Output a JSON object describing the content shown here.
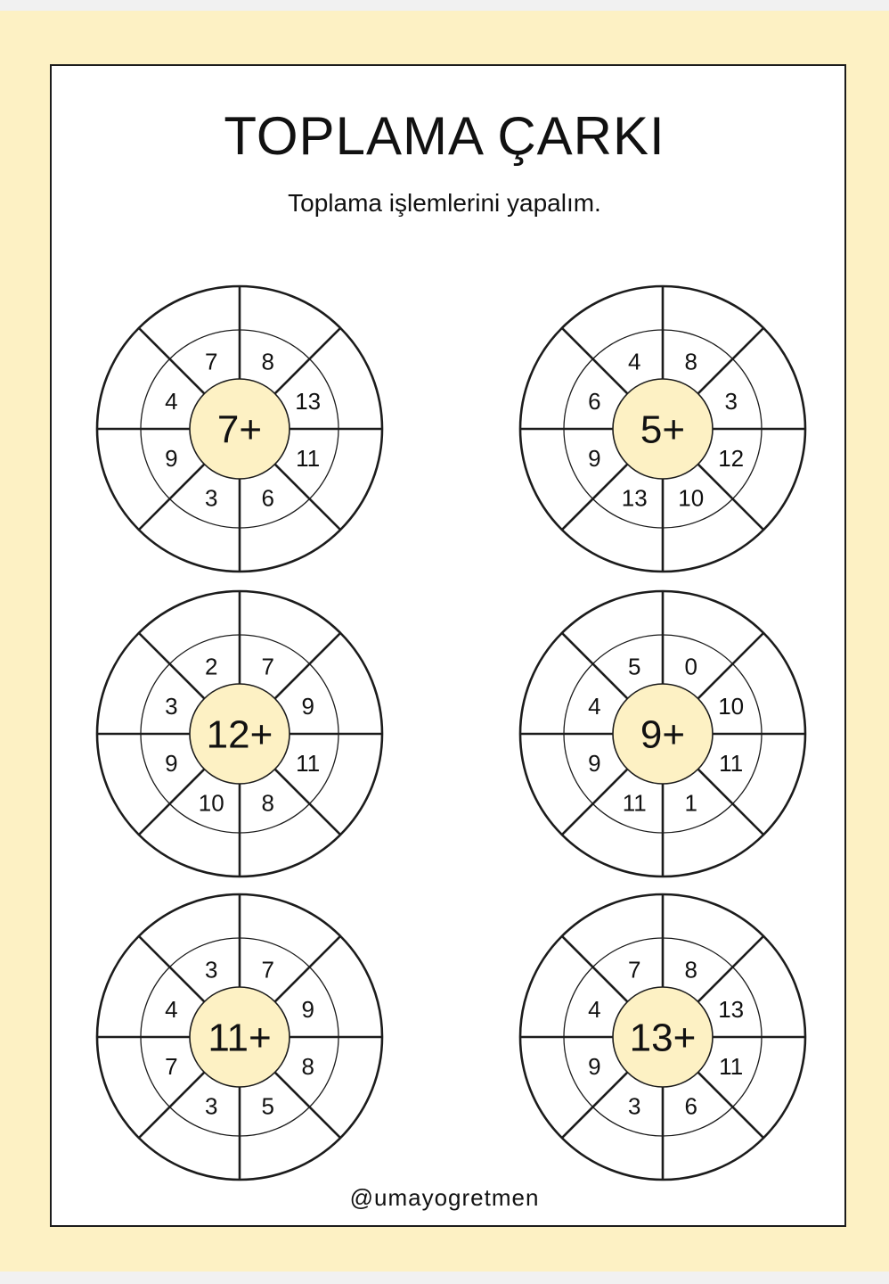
{
  "title": "TOPLAMA ÇARKI",
  "subtitle": "Toplama işlemlerini yapalım.",
  "footer": "@umayogretmen",
  "colors": {
    "page_border": "#fdf1c4",
    "center_fill": "#fdf1c4",
    "ink": "#1c1c1c"
  },
  "wheels": [
    {
      "center": "7+",
      "numbers": [
        "7",
        "8",
        "13",
        "11",
        "6",
        "3",
        "9",
        "4"
      ]
    },
    {
      "center": "5+",
      "numbers": [
        "4",
        "8",
        "3",
        "12",
        "10",
        "13",
        "9",
        "6"
      ]
    },
    {
      "center": "12+",
      "numbers": [
        "2",
        "7",
        "9",
        "11",
        "8",
        "10",
        "9",
        "3"
      ]
    },
    {
      "center": "9+",
      "numbers": [
        "5",
        "0",
        "10",
        "11",
        "1",
        "11",
        "9",
        "4"
      ]
    },
    {
      "center": "11+",
      "numbers": [
        "3",
        "7",
        "9",
        "8",
        "5",
        "3",
        "7",
        "4"
      ]
    },
    {
      "center": "13+",
      "numbers": [
        "7",
        "8",
        "13",
        "11",
        "6",
        "3",
        "9",
        "4"
      ]
    }
  ]
}
